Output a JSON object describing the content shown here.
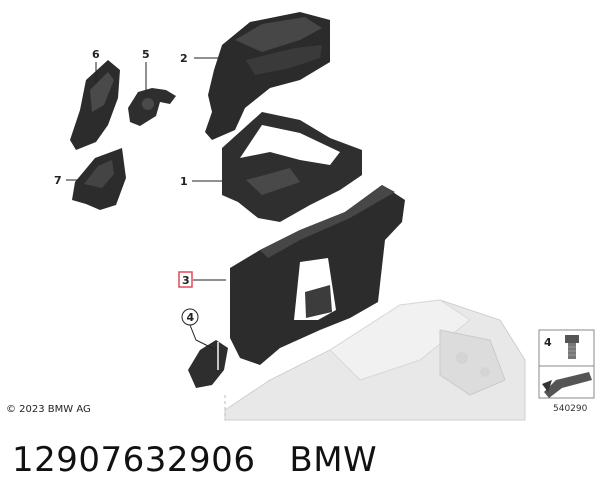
{
  "callouts": [
    "1",
    "2",
    "3",
    "4",
    "5",
    "6",
    "7"
  ],
  "highlighted_callout": "3",
  "legend_number": "4",
  "copyright": "© 2023 BMW AG",
  "reference_code": "540290",
  "part_number": "12907632906",
  "brand": "BMW",
  "colors": {
    "part": "#2b2b2b",
    "part_light": "#4a4a4a",
    "background_part": "#e6e6e6",
    "highlight": "#e04a5a"
  }
}
